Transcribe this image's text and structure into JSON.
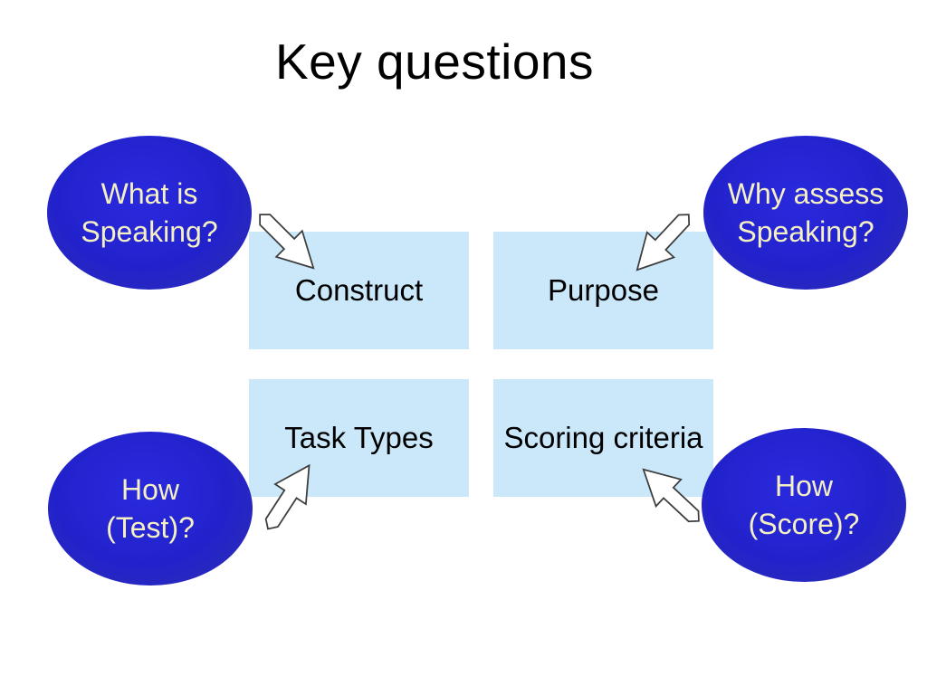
{
  "slide": {
    "title": "Key questions",
    "ellipses": [
      {
        "id": "what-is-speaking",
        "position": "top-left",
        "lines": [
          "What is",
          "Speaking?"
        ]
      },
      {
        "id": "why-assess-speaking",
        "position": "top-right",
        "lines": [
          "Why assess",
          "Speaking?"
        ]
      },
      {
        "id": "how-test",
        "position": "bottom-left",
        "lines": [
          "How",
          "(Test)?"
        ]
      },
      {
        "id": "how-score",
        "position": "bottom-right",
        "lines": [
          "How",
          "(Score)?"
        ]
      }
    ],
    "boxes": [
      {
        "id": "construct",
        "position": "top-left",
        "label": "Construct"
      },
      {
        "id": "purpose",
        "position": "top-right",
        "label": "Purpose"
      },
      {
        "id": "task-types",
        "position": "bottom-left",
        "label": "Task Types"
      },
      {
        "id": "scoring-criteria",
        "position": "bottom-right",
        "label": "Scoring criteria"
      }
    ],
    "arrows": [
      {
        "id": "arrow-top-left",
        "from": "what-is-speaking",
        "to": "construct",
        "direction": "down-right"
      },
      {
        "id": "arrow-top-right",
        "from": "why-assess-speaking",
        "to": "purpose",
        "direction": "down-left"
      },
      {
        "id": "arrow-bottom-left",
        "from": "how-test",
        "to": "task-types",
        "direction": "up-right"
      },
      {
        "id": "arrow-bottom-right",
        "from": "how-score",
        "to": "scoring-criteria",
        "direction": "up-left"
      }
    ],
    "colors": {
      "background": "#ffffff",
      "title_text": "#000000",
      "ellipse_core": "#2222cc",
      "ellipse_mid": "#2a2ade",
      "ellipse_edge": "#2f2fae",
      "ellipse_text": "#f5f0c2",
      "box_fill": "#cae8fa",
      "box_text": "#000000",
      "arrow_fill": "#ffffff",
      "arrow_outline": "#3d3d3d"
    }
  }
}
